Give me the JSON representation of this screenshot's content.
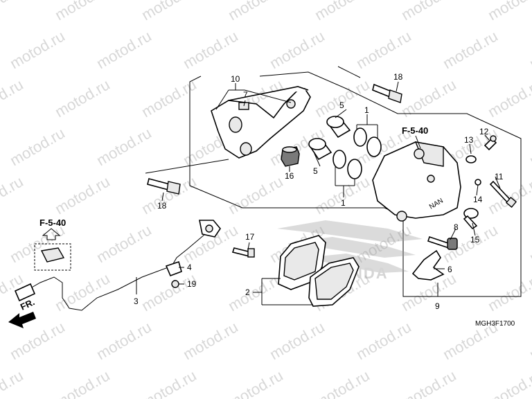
{
  "watermark": "motod.ru",
  "diagram_code": "MGH3F1700",
  "front_arrow_label": "FR.",
  "ref_label": "F-5-40",
  "brand_text": "HONDA",
  "caliper_mark": "NAN",
  "callouts": {
    "c1a": "1",
    "c1b": "1",
    "c2": "2",
    "c3": "3",
    "c4": "4",
    "c5a": "5",
    "c5b": "5",
    "c6": "6",
    "c7": "7",
    "c8": "8",
    "c9": "9",
    "c10": "10",
    "c11": "11",
    "c12": "12",
    "c13": "13",
    "c14": "14",
    "c15": "15",
    "c16": "16",
    "c17": "17",
    "c18a": "18",
    "c18b": "18",
    "c19": "19"
  }
}
